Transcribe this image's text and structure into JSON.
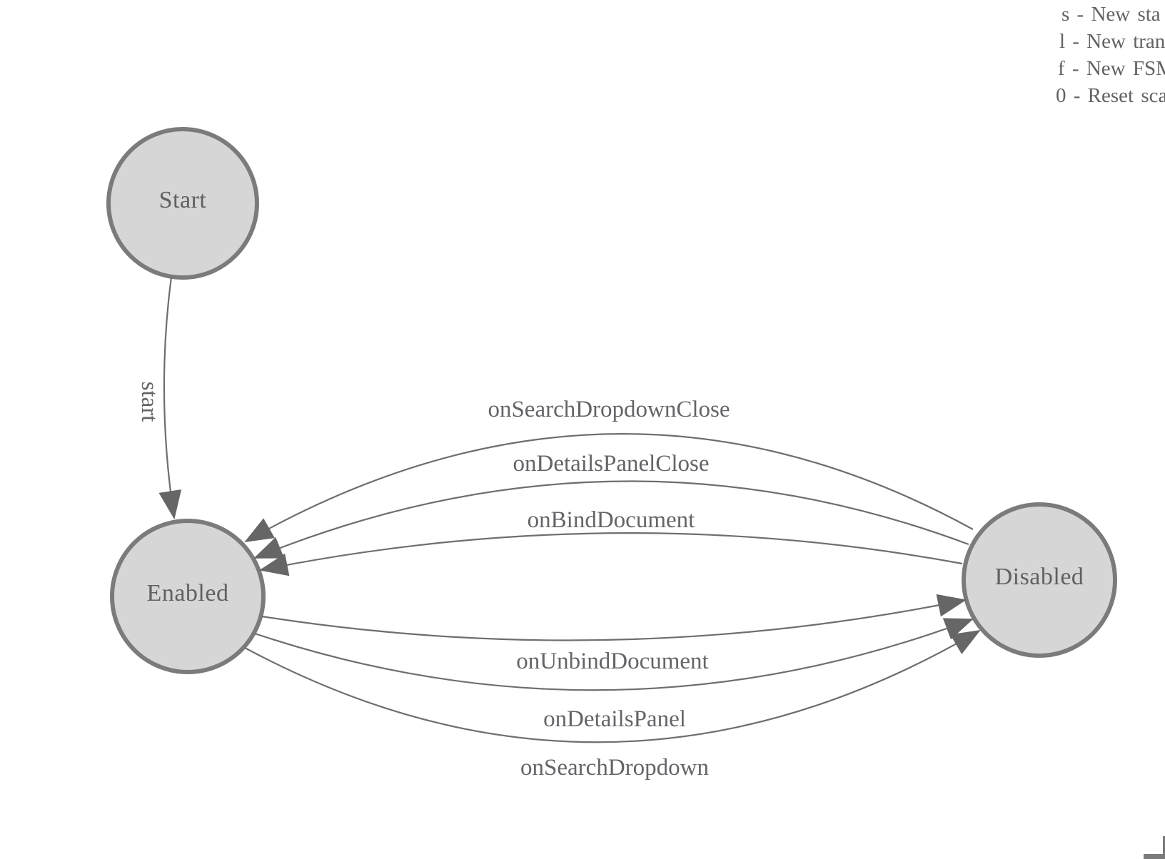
{
  "help_panel": {
    "lines": [
      "s - New sta",
      "l - New tran",
      "f - New FSM",
      "0 - Reset sca"
    ]
  },
  "diagram": {
    "nodes": [
      {
        "id": "start",
        "label": "Start"
      },
      {
        "id": "enabled",
        "label": "Enabled"
      },
      {
        "id": "disabled",
        "label": "Disabled"
      }
    ],
    "transitions": [
      {
        "label": "start",
        "from": "Start",
        "to": "Enabled"
      },
      {
        "label": "onSearchDropdownClose",
        "from": "Disabled",
        "to": "Enabled"
      },
      {
        "label": "onDetailsPanelClose",
        "from": "Disabled",
        "to": "Enabled"
      },
      {
        "label": "onBindDocument",
        "from": "Disabled",
        "to": "Enabled"
      },
      {
        "label": "onUnbindDocument",
        "from": "Enabled",
        "to": "Disabled"
      },
      {
        "label": "onDetailsPanel",
        "from": "Enabled",
        "to": "Disabled"
      },
      {
        "label": "onSearchDropdown",
        "from": "Enabled",
        "to": "Disabled"
      }
    ]
  },
  "colors": {
    "background": "#ffffff",
    "node_fill": "#d6d6d6",
    "node_stroke": "#7b7b7b",
    "edge_stroke": "#6e6e6e",
    "arrowhead_fill": "#666666",
    "text": "#5f6163"
  }
}
